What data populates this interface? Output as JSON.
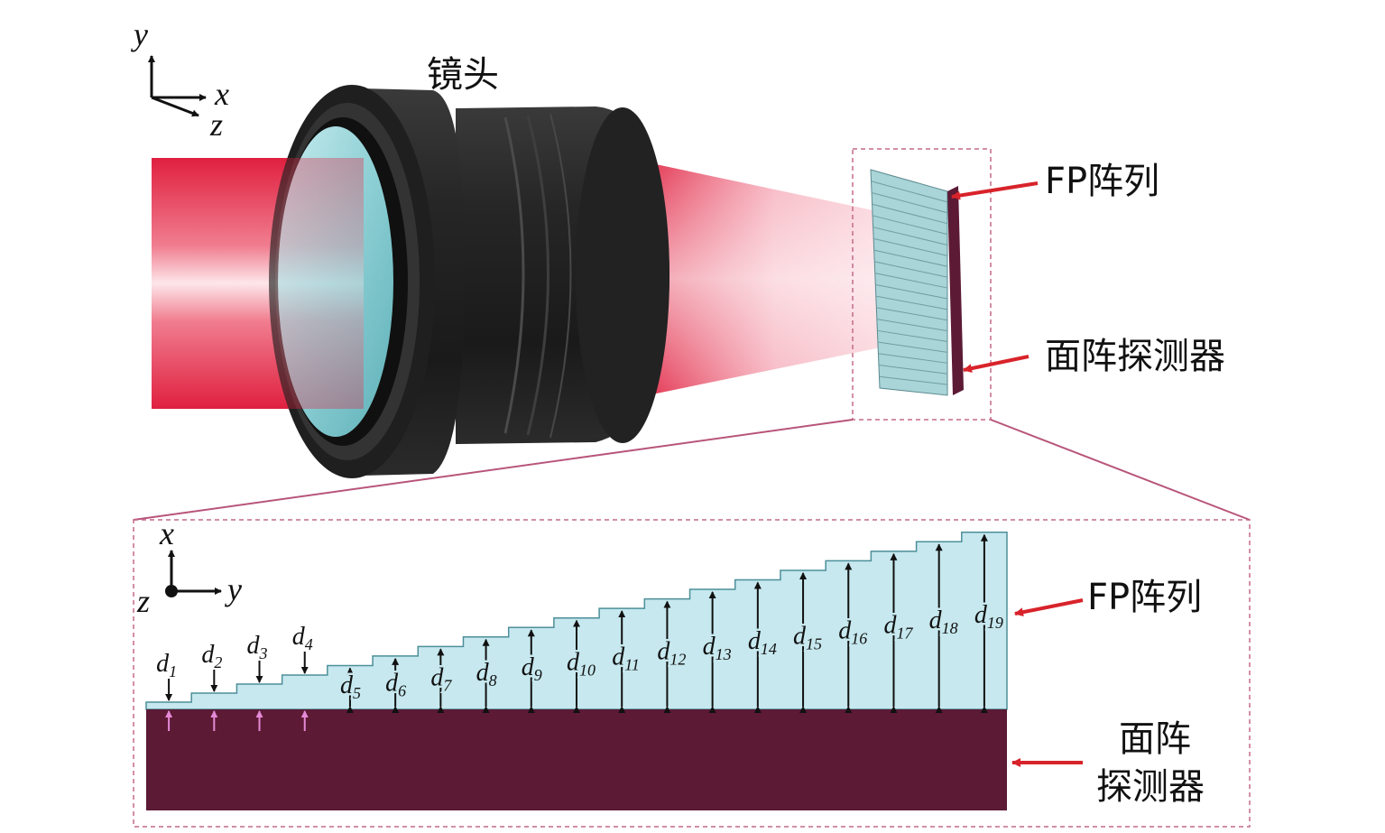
{
  "top_view": {
    "axes": {
      "y": "y",
      "x": "x",
      "z": "z"
    },
    "lens_label": "镜头",
    "fp_array_label": "FP阵列",
    "detector_label": "面阵探测器"
  },
  "detail_view": {
    "axes": {
      "x": "x",
      "y": "y",
      "z": "z"
    },
    "fp_array_label": "FP阵列",
    "detector_label_line1": "面阵",
    "detector_label_line2": "探测器",
    "thickness_symbol": "d",
    "thickness_indices": [
      "1",
      "2",
      "3",
      "4",
      "5",
      "6",
      "7",
      "8",
      "9",
      "10",
      "11",
      "12",
      "13",
      "14",
      "15",
      "16",
      "17",
      "18",
      "19"
    ]
  },
  "colors": {
    "beam": "#e8324f",
    "lens_body": "#1e1e1e",
    "lens_glass": "#8fd3d6",
    "fp_array": "#bfe6ec",
    "detector": "#5c1a35",
    "arrow": "#d8232a",
    "dashed_box": "#c46a8a"
  }
}
